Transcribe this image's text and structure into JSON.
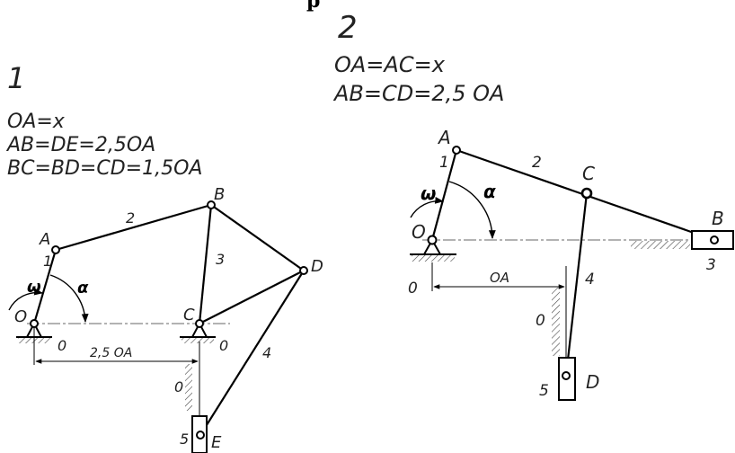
{
  "header": {
    "partial_title": "р"
  },
  "scheme1": {
    "number": "1",
    "given": [
      "OA=x",
      "AB=DE=2,5OA",
      "BC=BD=CD=1,5OA"
    ],
    "points": {
      "O": "O",
      "A": "A",
      "B": "B",
      "C": "C",
      "D": "D",
      "E": "E"
    },
    "links": {
      "l1": "1",
      "l2": "2",
      "l3": "3",
      "l4": "4",
      "l5": "5"
    },
    "ground": {
      "g1": "0",
      "g2": "0",
      "g3": "0"
    },
    "dimension": "2,5 OA",
    "omega": "ω",
    "alpha": "α"
  },
  "scheme2": {
    "number": "2",
    "given": [
      "OA=AC=x",
      "AB=CD=2,5 OA"
    ],
    "points": {
      "O": "O",
      "A": "A",
      "B": "B",
      "C": "C",
      "D": "D"
    },
    "links": {
      "l1": "1",
      "l2": "2",
      "l3": "3",
      "l4": "4",
      "l5": "5"
    },
    "ground": {
      "g1": "0",
      "g2": "0"
    },
    "dimension": "OA",
    "omega": "ω",
    "alpha": "α"
  }
}
